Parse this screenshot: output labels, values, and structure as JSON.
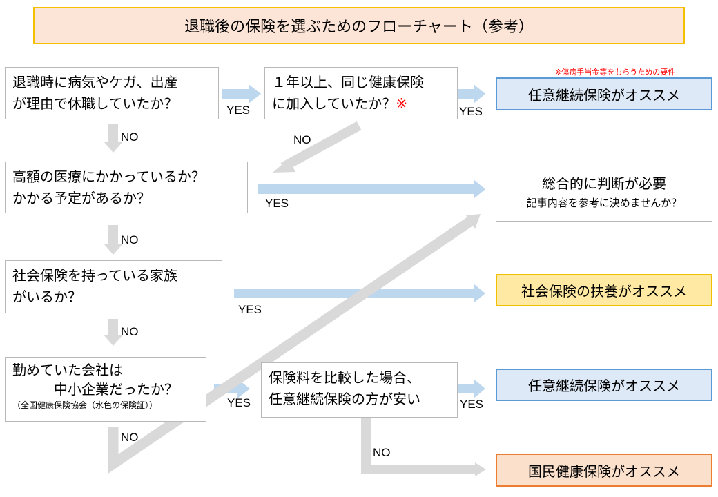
{
  "title": "退職後の保険を選ぶためのフローチャート（参考）",
  "note": "※傷病手当金等をもらうための要件",
  "questions": {
    "q1": {
      "line1": "退職時に病気やケガ、出産",
      "line2": "が理由で休職していたか？"
    },
    "q2": {
      "line1": "１年以上、同じ健康保険",
      "line2": "に加入していたか？",
      "mark": "※"
    },
    "q3": {
      "line1": "高額の医療にかかっているか？",
      "line2": "かかる予定があるか？"
    },
    "q4": {
      "line1": "社会保険を持っている家族",
      "line2": "がいるか？"
    },
    "q5": {
      "line1": "勤めていた会社は",
      "line2": "中小企業だったか？",
      "line3": "（全国健康保険協会（水色の保険証））"
    },
    "q6": {
      "line1": "保険料を比較した場合、",
      "line2": "任意継続保険の方が安い"
    }
  },
  "results": {
    "r1": "任意継続保険がオススメ",
    "r2_line1": "総合的に判断が必要",
    "r2_line2": "記事内容を参考に決めませんか？",
    "r3": "社会保険の扶養がオススメ",
    "r4": "任意継続保険がオススメ",
    "r5": "国民健康保険がオススメ"
  },
  "labels": {
    "yes": "YES",
    "no": "NO"
  },
  "colors": {
    "yes_arrow": "#bdd7ee",
    "no_arrow": "#d9d9d9",
    "blue_result": "#dde9f6",
    "yellow_result": "#ffe9a3",
    "orange_result": "#fbe0cc"
  }
}
